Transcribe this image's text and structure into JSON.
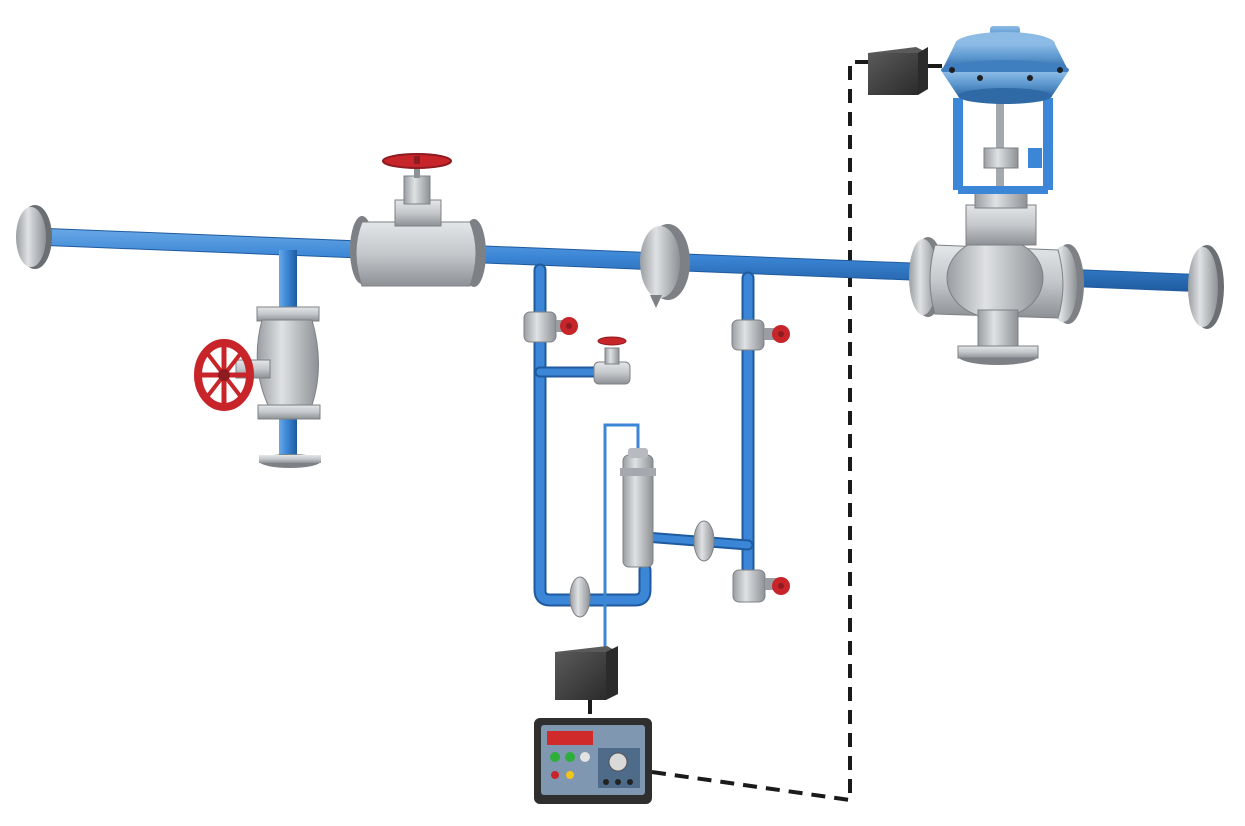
{
  "diagram": {
    "type": "steam pipeline with control valve and instrumentation",
    "colors": {
      "pipe": "#3b86d6",
      "pipe_dark": "#1f5a9e",
      "metal": "#c9cccf",
      "metal_dark": "#8d9195",
      "handwheel": "#c8252a",
      "box": "#3f3f3f",
      "actuator": "#5d98cf",
      "signal_line": "#1a1a1a",
      "display_red": "#d12a2a",
      "led_green": "#2fae3a"
    },
    "components": [
      {
        "id": "main-line",
        "kind": "pipe"
      },
      {
        "id": "inlet-flange-left",
        "kind": "blind flange"
      },
      {
        "id": "outlet-flange-right",
        "kind": "blind flange"
      },
      {
        "id": "globe-valve",
        "kind": "manual globe valve",
        "icon": "handwheel-icon"
      },
      {
        "id": "branch-globe-valve",
        "kind": "manual globe valve",
        "icon": "handwheel-icon"
      },
      {
        "id": "orifice-plate",
        "kind": "flow element"
      },
      {
        "id": "impulse-valve-left",
        "kind": "needle valve",
        "icon": "handwheel-icon"
      },
      {
        "id": "impulse-valve-right-top",
        "kind": "needle valve",
        "icon": "handwheel-icon"
      },
      {
        "id": "impulse-valve-right-bottom",
        "kind": "needle valve",
        "icon": "handwheel-icon"
      },
      {
        "id": "equalizing-valve",
        "kind": "small globe valve",
        "icon": "handwheel-icon"
      },
      {
        "id": "condensate-pot",
        "kind": "condensate chamber"
      },
      {
        "id": "transmitter",
        "kind": "instrument box"
      },
      {
        "id": "controller",
        "kind": "control panel"
      },
      {
        "id": "positioner",
        "kind": "instrument box"
      },
      {
        "id": "control-valve",
        "kind": "pneumatic control valve"
      }
    ],
    "signals": [
      {
        "from": "transmitter",
        "to": "controller",
        "style": "dashed"
      },
      {
        "from": "controller",
        "to": "positioner",
        "style": "dashed"
      },
      {
        "from": "positioner",
        "to": "control-valve",
        "style": "dashed"
      }
    ]
  }
}
